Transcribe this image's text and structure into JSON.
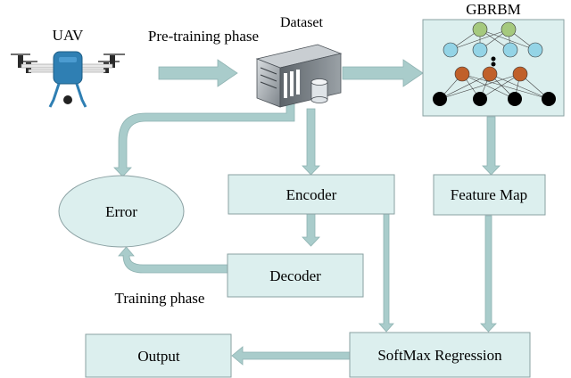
{
  "labels": {
    "uav": "UAV",
    "pretraining": "Pre-training phase",
    "dataset": "Dataset",
    "gbrbm": "GBRBM",
    "encoder": "Encoder",
    "decoder": "Decoder",
    "feature_map": "Feature Map",
    "error": "Error",
    "training": "Training phase",
    "softmax": "SoftMax Regression",
    "output": "Output"
  },
  "colors": {
    "box_fill": "#dcefee",
    "box_stroke": "#8aa0a2",
    "arrow": "#a9cccb",
    "node_green": "#a5c97e",
    "node_blue": "#94d4e6",
    "node_orange": "#c0602a",
    "node_black": "#000000",
    "uav_body": "#2f7fb3"
  },
  "icons": {
    "uav": "drone-icon",
    "dataset": "server-database-icon"
  }
}
